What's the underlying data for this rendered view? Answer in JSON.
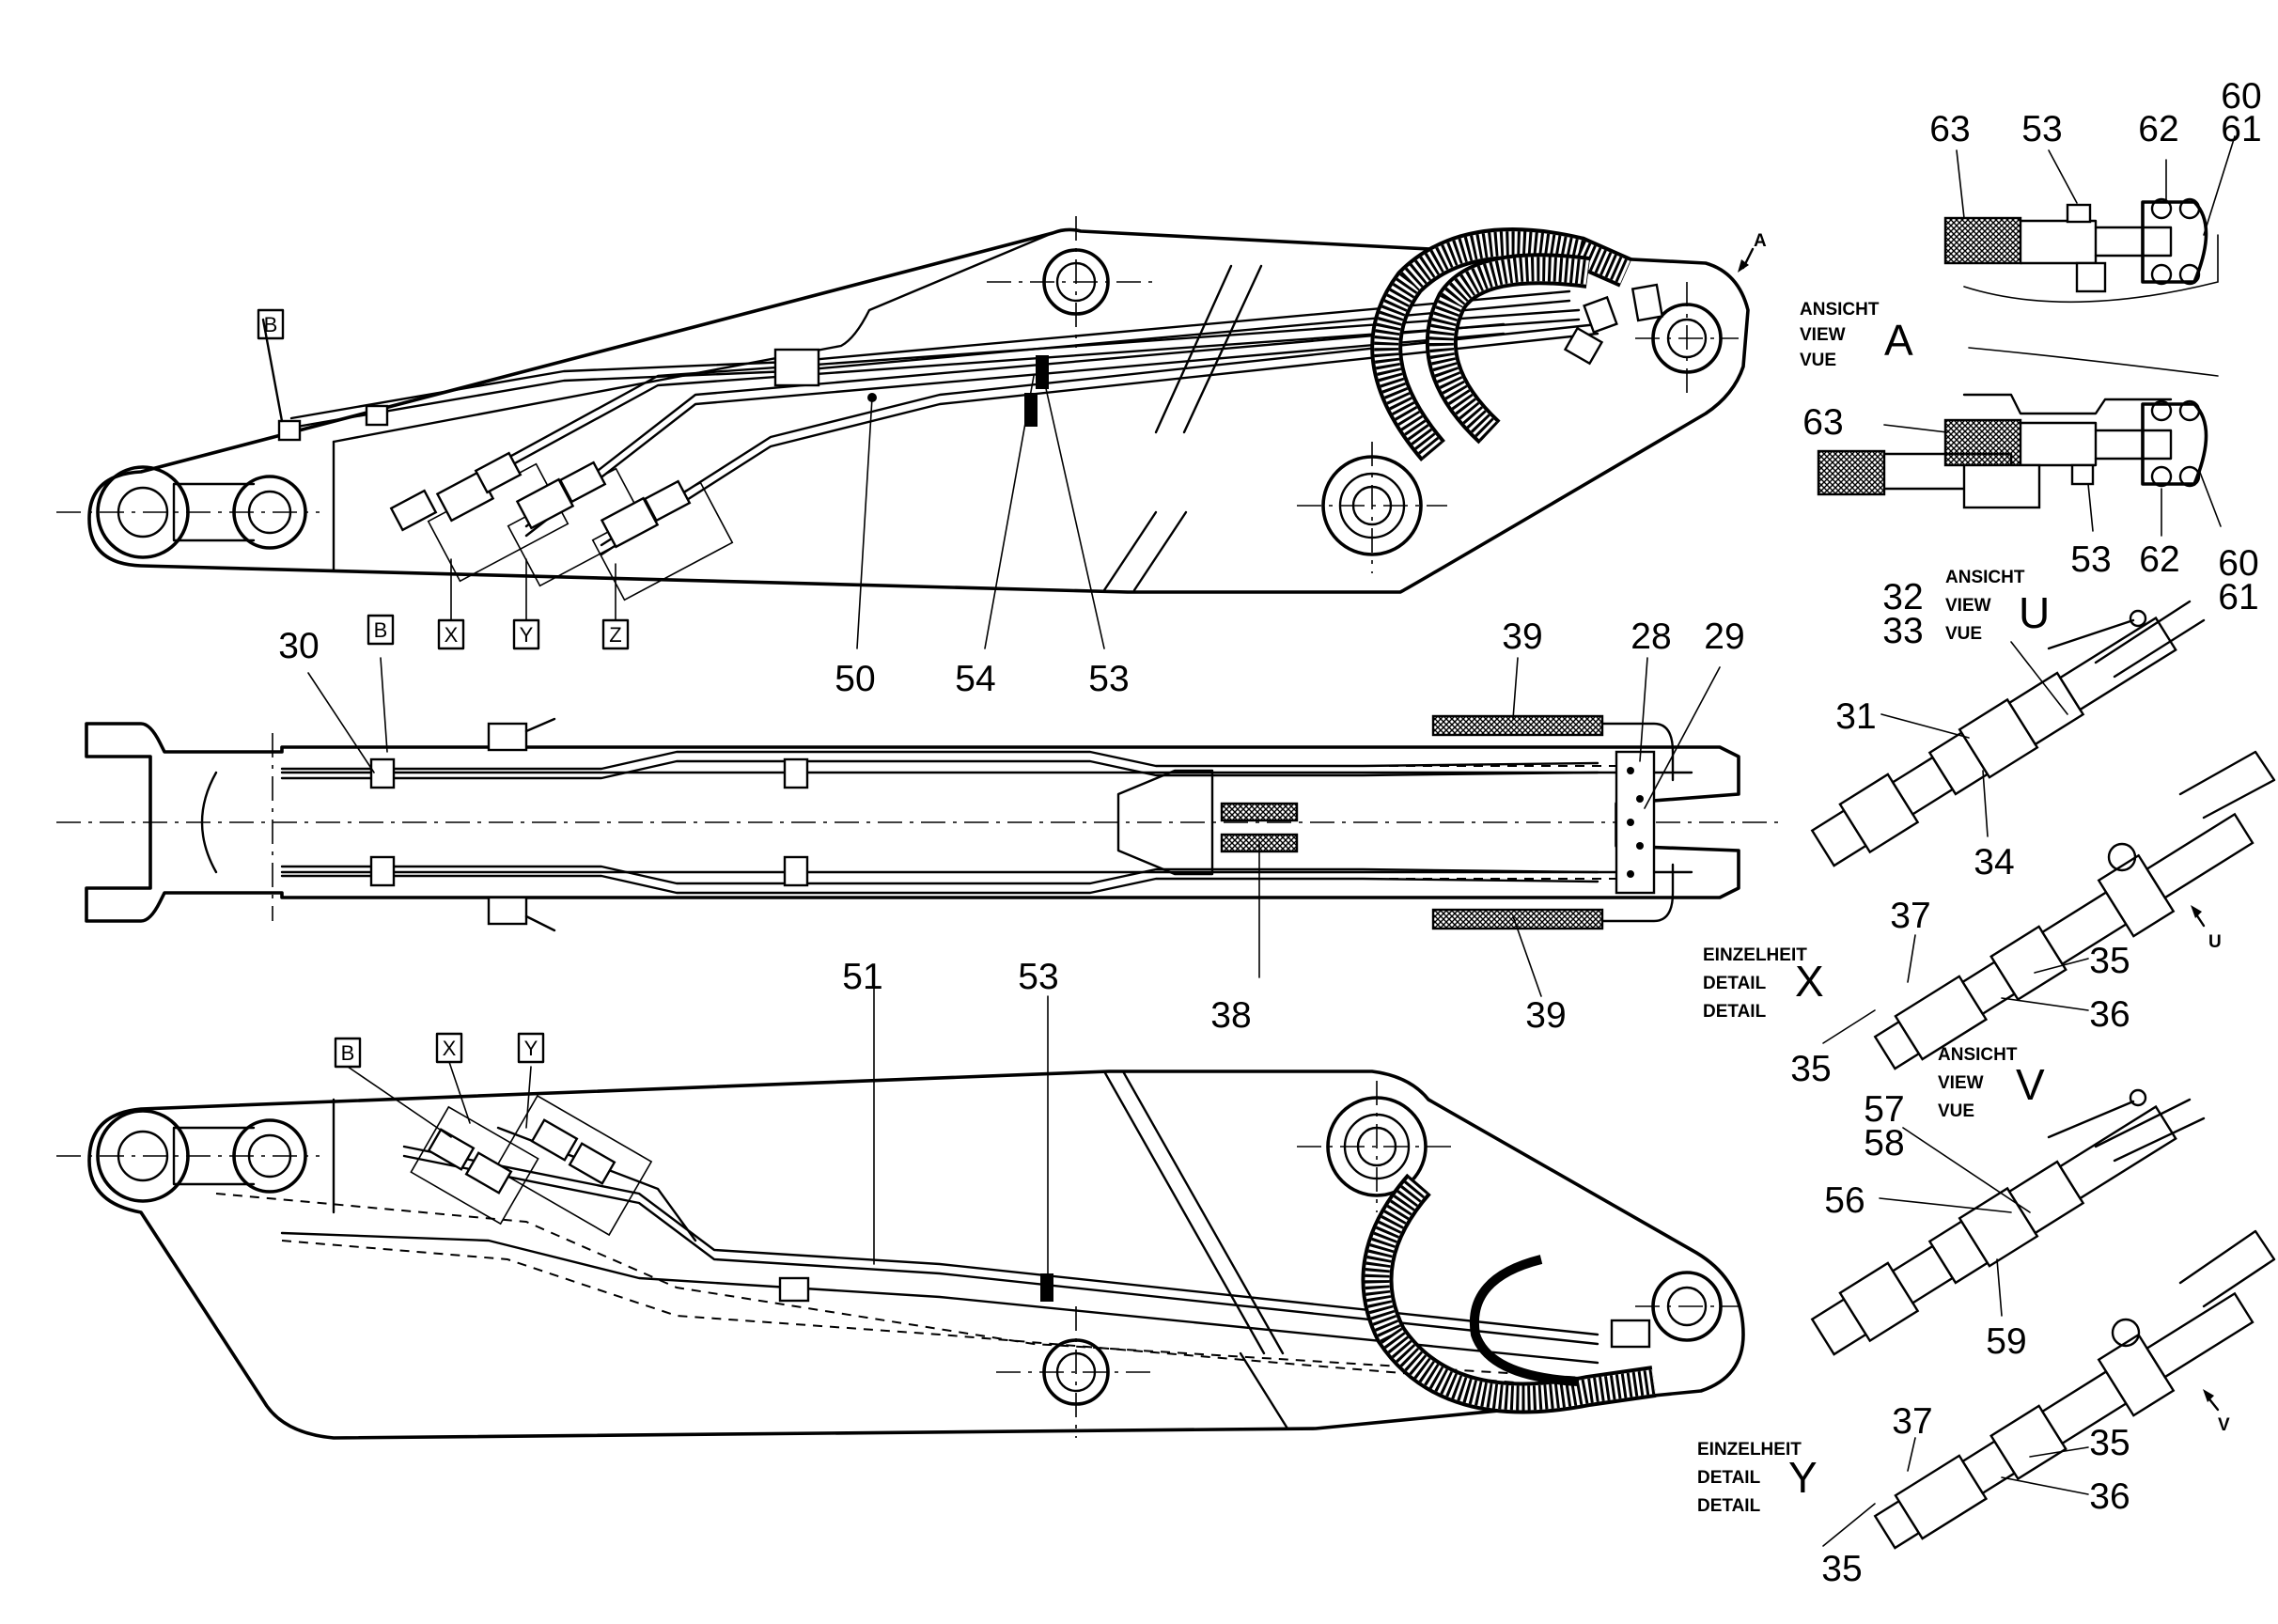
{
  "callouts": {
    "n28": "28",
    "n29": "29",
    "n30": "30",
    "n31": "31",
    "n32": "32",
    "n33": "33",
    "n34": "34",
    "n35": "35",
    "n36": "36",
    "n37": "37",
    "n38": "38",
    "n39": "39",
    "n50": "50",
    "n51": "51",
    "n53": "53",
    "n54": "54",
    "n56": "56",
    "n57": "57",
    "n58": "58",
    "n59": "59",
    "n60": "60",
    "n61": "61",
    "n62": "62",
    "n63": "63"
  },
  "detail_boxes": {
    "b": "B",
    "x": "X",
    "y": "Y",
    "z": "Z"
  },
  "views": {
    "ansicht": "ANSICHT",
    "view": "VIEW",
    "vue": "VUE",
    "letter_a": "A",
    "letter_u": "U",
    "letter_v": "V",
    "arrow_a": "A",
    "arrow_u": "U",
    "arrow_v": "V"
  },
  "details": {
    "einzelheit": "EINZELHEIT",
    "detail_en": "DETAIL",
    "detail_fr": "DETAIL",
    "letter_x": "X",
    "letter_y": "Y"
  }
}
